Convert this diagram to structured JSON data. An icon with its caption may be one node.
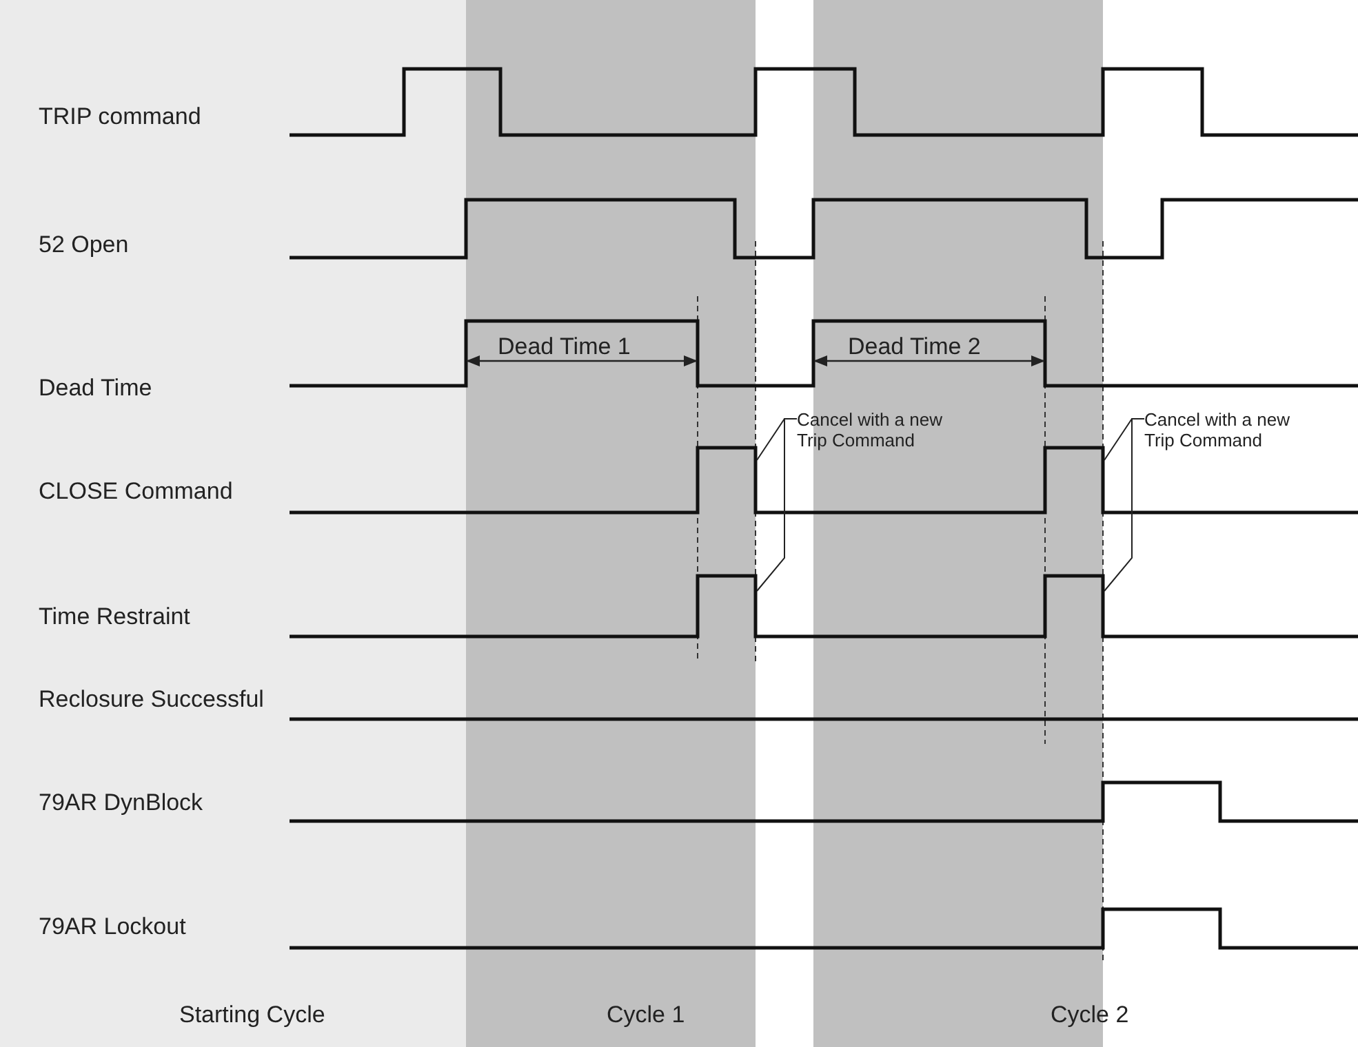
{
  "diagram": {
    "nodes": [
      {
        "text": [
          "Cancel with a new Trip Command"
        ]
      },
      {
        "text": [
          "Cancel with a new Trip Command"
        ]
      }
    ],
    "edges": [
      {
        "from": 0,
        "to": null,
        "arrow": "none"
      },
      {
        "from": 0,
        "to": null,
        "arrow": "none"
      },
      {
        "from": 1,
        "to": null,
        "arrow": "none"
      },
      {
        "from": 1,
        "to": null,
        "arrow": "none"
      }
    ],
    "labels": [
      "TRIP command",
      "52 Open",
      "Dead Time 1",
      "Dead Time 2",
      "Dead Time",
      "CLOSE Command",
      "Time Restraint",
      "Reclosure Successful",
      "79AR DynBlock",
      "79AR Lockout",
      "Starting Cycle",
      "Cycle 1",
      "Cycle 2"
    ]
  }
}
